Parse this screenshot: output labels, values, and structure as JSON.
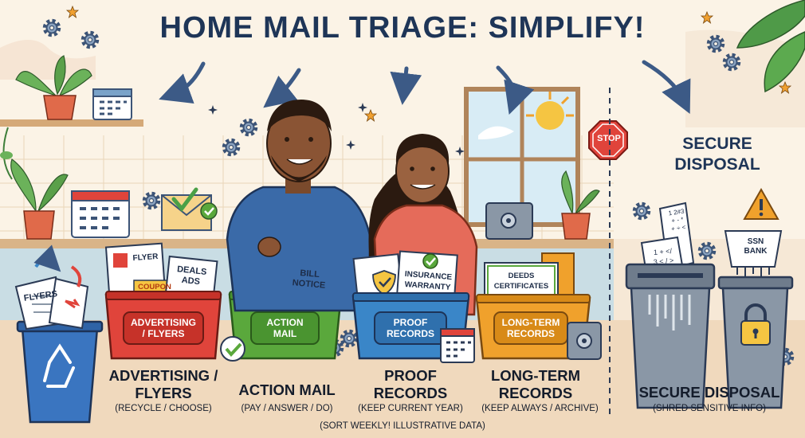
{
  "header": {
    "title": "HOME MAIL TRIAGE: SIMPLIFY!"
  },
  "secure_section": {
    "heading_line1": "SECURE",
    "heading_line2": "DISPOSAL"
  },
  "papers": {
    "flyers": "FLYERS",
    "flyer": "FLYER",
    "coupon": "COUPON",
    "deals_line1": "DEALS",
    "deals_line2": "ADS",
    "bill_line1": "BILL",
    "bill_line2": "NOTICE",
    "insurance_line1": "INSURANCE",
    "insurance_line2": "WARRANTY",
    "deeds_line1": "DEEDS",
    "deeds_line2": "CERTIFICATES",
    "ssn_line1": "SSN",
    "ssn_line2": "BANK",
    "calc_line1": "1 2#3",
    "calc_line2": "+ - *",
    "calc_line3": "+ ÷ <",
    "calc_line4": "1 + </",
    "calc_line5": "3 < / >"
  },
  "stop_sign": "STOP",
  "categories": [
    {
      "bin_label_line1": "ADVERTISING",
      "bin_label_line2": "/ FLYERS",
      "title_line1": "ADVERTISING /",
      "title_line2": "FLYERS",
      "note": "(RECYCLE / CHOOSE)",
      "color": "#e0443b"
    },
    {
      "bin_label_line1": "ACTION",
      "bin_label_line2": "MAIL",
      "title_line1": "ACTION MAIL",
      "title_line2": "",
      "note": "(PAY / ANSWER / DO)",
      "color": "#5aa83c"
    },
    {
      "bin_label_line1": "PROOF",
      "bin_label_line2": "RECORDS",
      "title_line1": "PROOF",
      "title_line2": "RECORDS",
      "note": "(KEEP CURRENT YEAR)",
      "color": "#3a86c8"
    },
    {
      "bin_label_line1": "LONG-TERM",
      "bin_label_line2": "RECORDS",
      "title_line1": "LONG-TERM",
      "title_line2": "RECORDS",
      "note": "(KEEP ALWAYS / ARCHIVE)",
      "color": "#f0a12c"
    },
    {
      "title_line1": "SECURE DISPOSAL",
      "note": "(SHRED SENSITIVE INFO)",
      "color": "#7f8a96"
    }
  ],
  "footer": {
    "note": "(SORT WEEKLY! ILLUSTRATIVE DATA)"
  },
  "icons": [
    "recycle-icon",
    "calendar-icon",
    "gear-icon",
    "checkmark-icon",
    "envelope-icon",
    "shield-icon",
    "safe-icon",
    "lock-icon",
    "warning-icon",
    "shredder-icon",
    "trash-bin-icon",
    "plant-icon",
    "window-icon",
    "star-icon",
    "arrow-icon",
    "stop-sign-icon"
  ]
}
